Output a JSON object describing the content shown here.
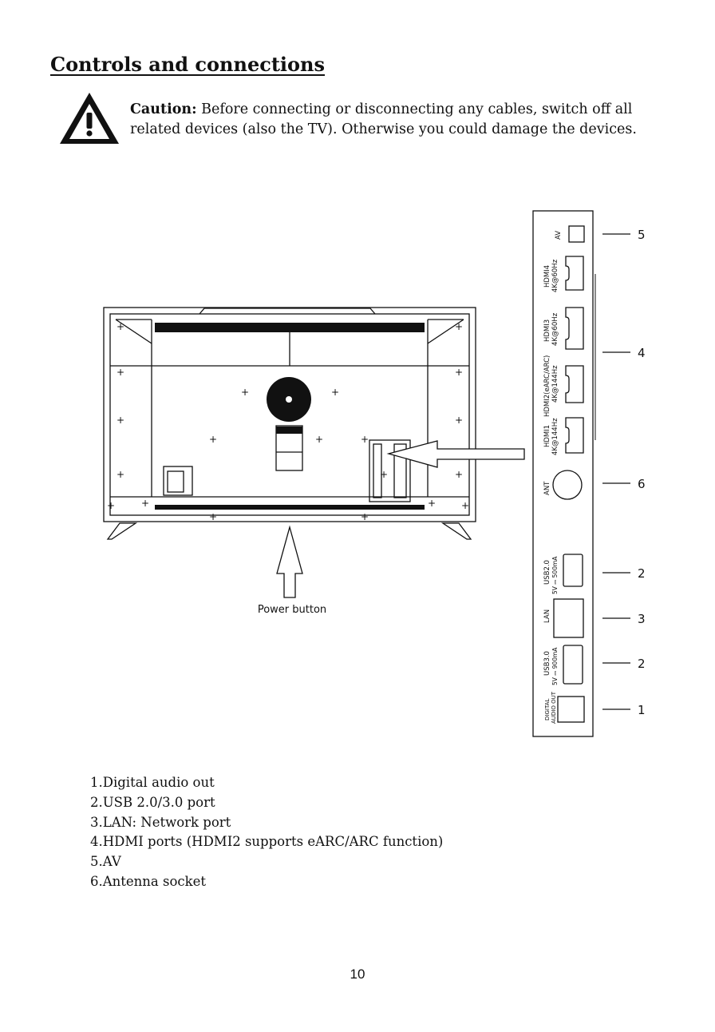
{
  "title": "Controls and connections",
  "caution": {
    "label": "Caution:",
    "text": " Before connecting or disconnecting any cables, switch off all related devices (also the TV). Otherwise you could damage the devices."
  },
  "diagram": {
    "power_button_label": "Power button",
    "ports": {
      "av": "AV",
      "hdmi4": "HDMI4",
      "hdmi4_spec": "4K@60Hz",
      "hdmi3": "HDMI3",
      "hdmi3_spec": "4K@60Hz",
      "hdmi2": "HDMI2(eARC/ARC)",
      "hdmi2_spec": "4K@144Hz",
      "hdmi1": "HDMI1",
      "hdmi1_spec": "4K@144Hz",
      "ant": "ANT",
      "usb20": "USB2.0",
      "usb20_spec": "5V ⎓ 500mA",
      "lan": "LAN",
      "usb30": "USB3.0",
      "usb30_spec": "5V ⎓ 900mA",
      "digital": "DIGITAL",
      "audio_out": "AUDIO OUT"
    },
    "callouts": [
      "5",
      "4",
      "6",
      "2",
      "3",
      "2",
      "1"
    ]
  },
  "legend": [
    "1.Digital audio out",
    "2.USB 2.0/3.0 port",
    "3.LAN: Network port",
    "4.HDMI ports (HDMI2 supports eARC/ARC function)",
    "5.AV",
    "6.Antenna socket"
  ],
  "page_number": "10"
}
